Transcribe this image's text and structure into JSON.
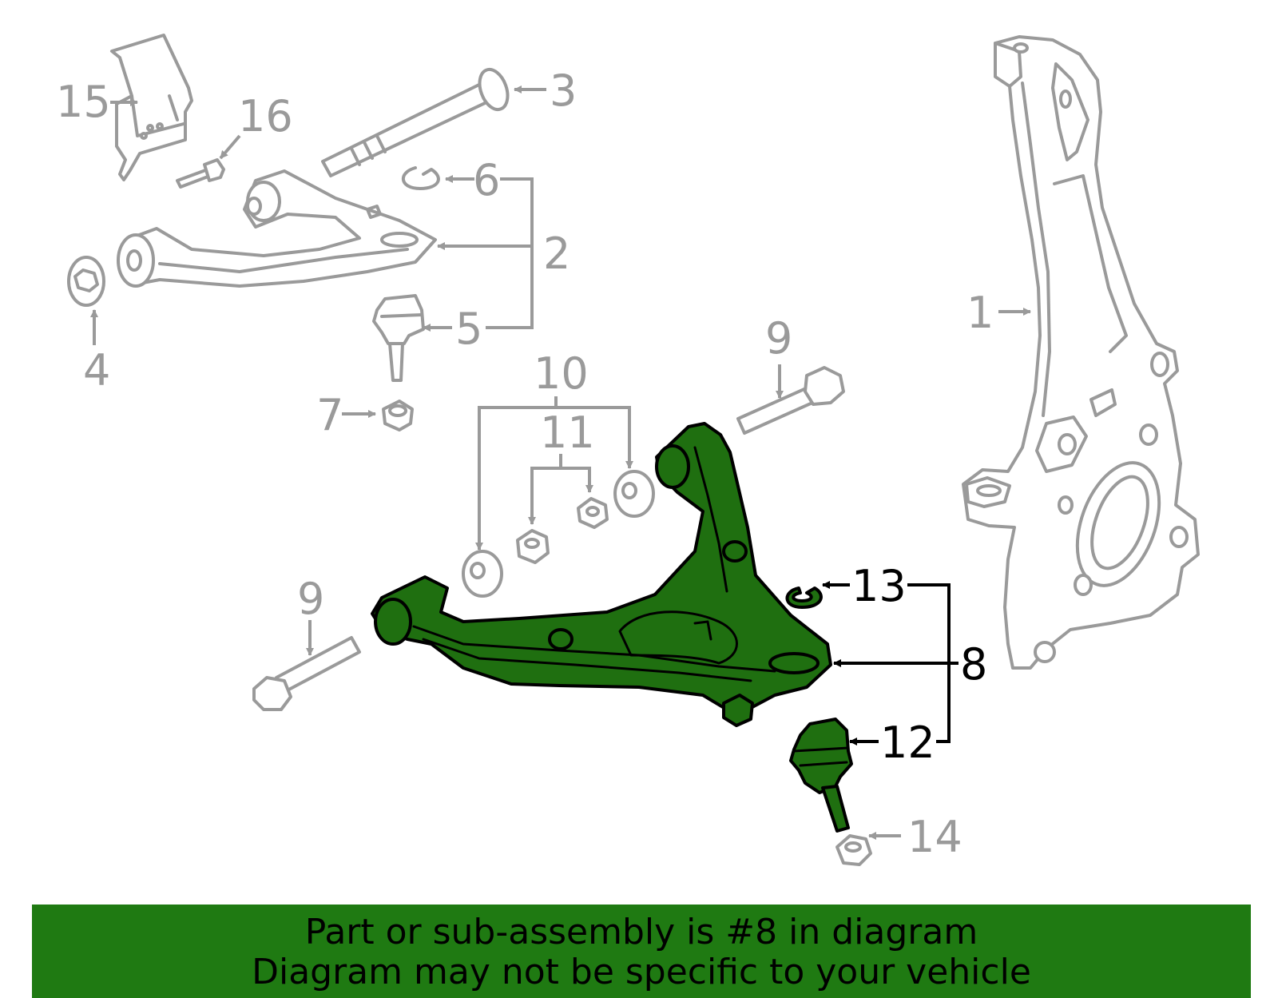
{
  "colors": {
    "highlight_fill": "#1f6f10",
    "highlight_stroke": "#000000",
    "part_stroke": "#9a9a9a",
    "banner_background": "#1f7a12"
  },
  "callouts": {
    "c1": "1",
    "c2": "2",
    "c3": "3",
    "c4": "4",
    "c5": "5",
    "c6": "6",
    "c7": "7",
    "c8": "8",
    "c9a": "9",
    "c9b": "9",
    "c10": "10",
    "c11": "11",
    "c12": "12",
    "c13": "13",
    "c14": "14",
    "c15": "15",
    "c16": "16"
  },
  "highlighted_callouts": [
    "8",
    "12",
    "13"
  ],
  "banner": {
    "line1": "Part or sub-assembly is #8 in diagram",
    "line2": "Diagram may not be specific to your vehicle"
  }
}
